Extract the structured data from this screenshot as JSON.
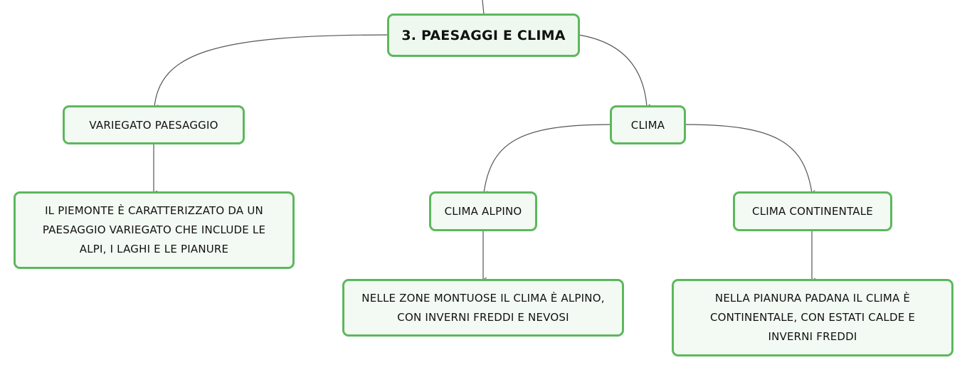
{
  "map": {
    "root": {
      "label": "3. PAESAGGI E CLIMA"
    },
    "variegato": {
      "label": "VARIEGATO PAESAGGIO"
    },
    "variegato_detail": {
      "text": "IL PIEMONTE È CARATTERIZZATO DA UN PAESAGGIO VARIEGATO CHE INCLUDE LE ALPI, I LAGHI E LE PIANURE"
    },
    "clima": {
      "label": "CLIMA"
    },
    "clima_alpino": {
      "label": "CLIMA ALPINO"
    },
    "clima_alpino_detail": {
      "text": "NELLE ZONE MONTUOSE IL CLIMA È ALPINO, CON INVERNI FREDDI E NEVOSI"
    },
    "clima_continentale": {
      "label": "CLIMA CONTINENTALE"
    },
    "clima_continentale_detail": {
      "text": "NELLA PIANURA PADANA IL CLIMA È CONTINENTALE, CON ESTATI CALDE E INVERNI FREDDI"
    }
  },
  "colors": {
    "node_border": "#5cb85c",
    "node_fill": "#f3faf3",
    "connector": "#555555"
  }
}
